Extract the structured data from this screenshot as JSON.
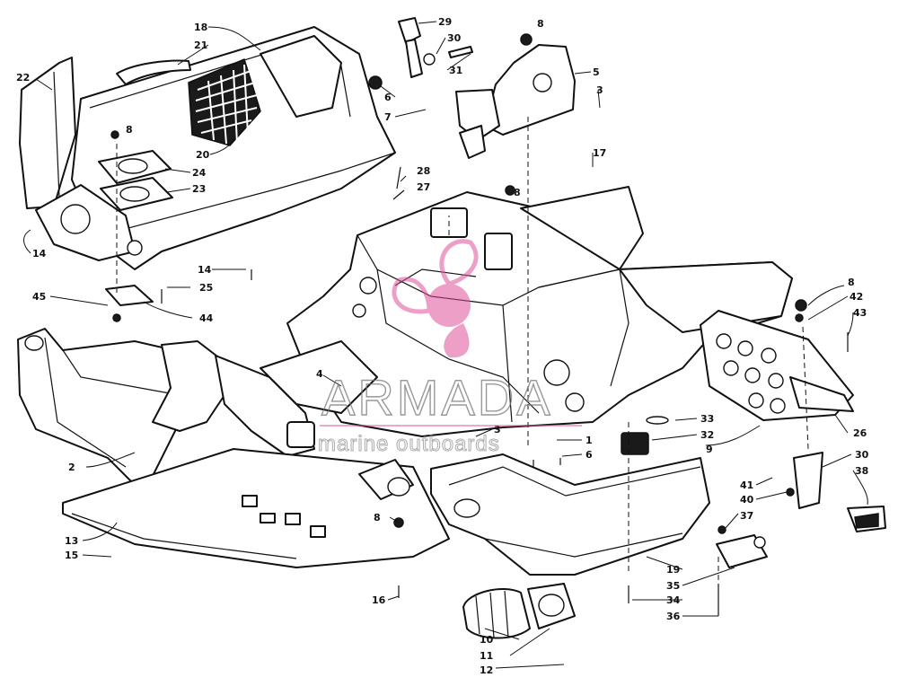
{
  "watermark": {
    "word": "ARMADA",
    "subtitle": "marine outboards",
    "accent_color": "#e0519b"
  },
  "callouts": [
    {
      "id": "c18",
      "label": "18"
    },
    {
      "id": "c21",
      "label": "21"
    },
    {
      "id": "c22",
      "label": "22"
    },
    {
      "id": "c20",
      "label": "20"
    },
    {
      "id": "c8a",
      "label": "8"
    },
    {
      "id": "c24",
      "label": "24"
    },
    {
      "id": "c23",
      "label": "23"
    },
    {
      "id": "c14a",
      "label": "14"
    },
    {
      "id": "c14b",
      "label": "14"
    },
    {
      "id": "c25",
      "label": "25"
    },
    {
      "id": "c45",
      "label": "45"
    },
    {
      "id": "c44",
      "label": "44"
    },
    {
      "id": "c29",
      "label": "29"
    },
    {
      "id": "c30a",
      "label": "30"
    },
    {
      "id": "c31",
      "label": "31"
    },
    {
      "id": "c6a",
      "label": "6"
    },
    {
      "id": "c7",
      "label": "7"
    },
    {
      "id": "c8b",
      "label": "8"
    },
    {
      "id": "c5",
      "label": "5"
    },
    {
      "id": "c3a",
      "label": "3"
    },
    {
      "id": "c8c",
      "label": "8"
    },
    {
      "id": "c17",
      "label": "17"
    },
    {
      "id": "c28",
      "label": "28"
    },
    {
      "id": "c27",
      "label": "27"
    },
    {
      "id": "c4",
      "label": "4"
    },
    {
      "id": "c8d",
      "label": "8"
    },
    {
      "id": "c42",
      "label": "42"
    },
    {
      "id": "c43",
      "label": "43"
    },
    {
      "id": "c26",
      "label": "26"
    },
    {
      "id": "c33",
      "label": "33"
    },
    {
      "id": "c32",
      "label": "32"
    },
    {
      "id": "c9",
      "label": "9"
    },
    {
      "id": "c1",
      "label": "1"
    },
    {
      "id": "c6b",
      "label": "6"
    },
    {
      "id": "c3b",
      "label": "3"
    },
    {
      "id": "c2",
      "label": "2"
    },
    {
      "id": "c30b",
      "label": "30"
    },
    {
      "id": "c38",
      "label": "38"
    },
    {
      "id": "c41",
      "label": "41"
    },
    {
      "id": "c40",
      "label": "40"
    },
    {
      "id": "c37",
      "label": "37"
    },
    {
      "id": "c13",
      "label": "13"
    },
    {
      "id": "c15",
      "label": "15"
    },
    {
      "id": "c8e",
      "label": "8"
    },
    {
      "id": "c16",
      "label": "16"
    },
    {
      "id": "c19",
      "label": "19"
    },
    {
      "id": "c35",
      "label": "35"
    },
    {
      "id": "c34",
      "label": "34"
    },
    {
      "id": "c36",
      "label": "36"
    },
    {
      "id": "c10",
      "label": "10"
    },
    {
      "id": "c11",
      "label": "11"
    },
    {
      "id": "c12",
      "label": "12"
    }
  ]
}
